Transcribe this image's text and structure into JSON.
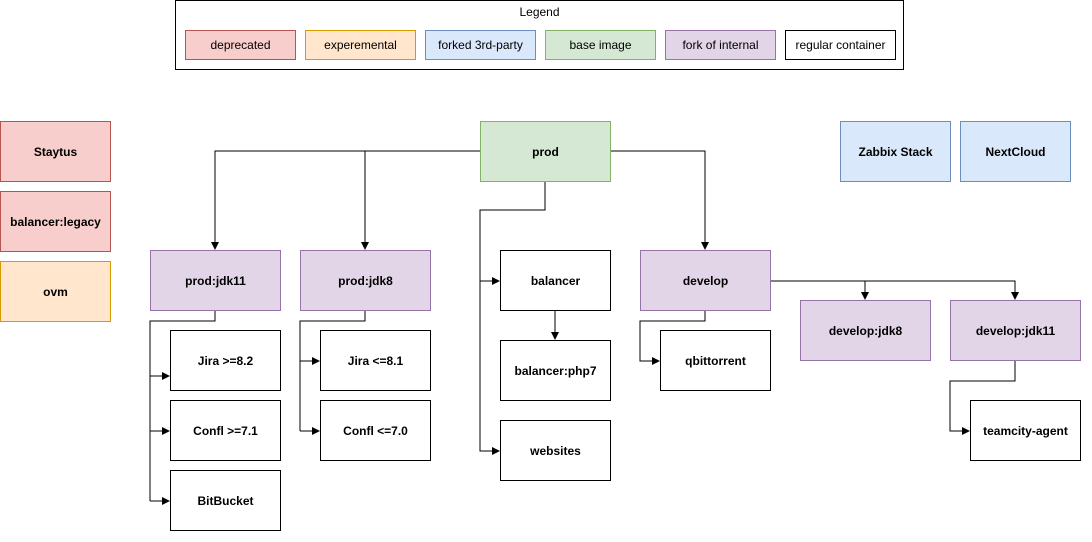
{
  "legend": {
    "title": "Legend",
    "items": [
      {
        "label": "deprecated",
        "fill": "#f8cecc",
        "stroke": "#b85450"
      },
      {
        "label": "experemental",
        "fill": "#ffe6cc",
        "stroke": "#d79b00"
      },
      {
        "label": "forked 3rd-party",
        "fill": "#dae8fc",
        "stroke": "#6c8ebf"
      },
      {
        "label": "base image",
        "fill": "#d5e8d4",
        "stroke": "#82b366"
      },
      {
        "label": "fork of internal",
        "fill": "#e1d5e7",
        "stroke": "#9673a6"
      },
      {
        "label": "regular container",
        "fill": "#ffffff",
        "stroke": "#000000"
      }
    ]
  },
  "nodes": {
    "staytus": "Staytus",
    "balancer_legacy": "balancer:legacy",
    "ovm": "ovm",
    "prod": "prod",
    "zabbix": "Zabbix Stack",
    "nextcloud": "NextCloud",
    "prod_jdk11": "prod:jdk11",
    "prod_jdk8": "prod:jdk8",
    "balancer": "balancer",
    "develop": "develop",
    "develop_jdk8": "develop:jdk8",
    "develop_jdk11": "develop:jdk11",
    "jira82": "Jira >=8.2",
    "conf71": "Confl >=7.1",
    "bitbucket": "BitBucket",
    "jira81": "Jira <=8.1",
    "conf70": "Confl <=7.0",
    "balancer_php7": "balancer:php7",
    "websites": "websites",
    "qbittorrent": "qbittorrent",
    "teamcity": "teamcity-agent"
  },
  "colors": {
    "deprecated_fill": "#f8cecc",
    "deprecated_stroke": "#b85450",
    "experimental_fill": "#ffe6cc",
    "experimental_stroke": "#d79b00",
    "forked_fill": "#dae8fc",
    "forked_stroke": "#6c8ebf",
    "base_fill": "#d5e8d4",
    "base_stroke": "#82b366",
    "internal_fill": "#e1d5e7",
    "internal_stroke": "#9673a6",
    "regular_fill": "#ffffff",
    "regular_stroke": "#000000"
  }
}
